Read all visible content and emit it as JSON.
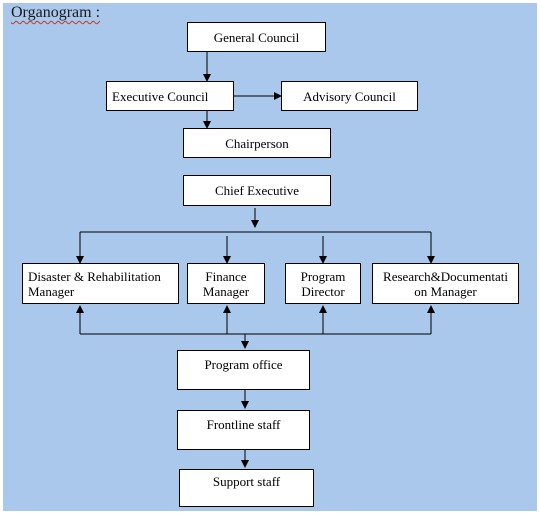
{
  "title": "Organogram :",
  "nodes": {
    "general_council": "General Council",
    "executive_council": "Executive Council",
    "advisory_council": "Advisory Council",
    "chairperson": "Chairperson",
    "chief_executive": "Chief Executive",
    "disaster_line1": "Disaster & Rehabilitation",
    "disaster_line2": "Manager",
    "finance_line1": "Finance",
    "finance_line2": "Manager",
    "program_director_line1": "Program",
    "program_director_line2": "Director",
    "research_line1": "Research&Documentati",
    "research_line2": "on Manager",
    "program_office": "Program office",
    "frontline_staff": "Frontline staff",
    "support_staff": "Support staff"
  },
  "colors": {
    "background": "#a9c8ec",
    "box_fill": "#ffffff",
    "line": "#000000"
  }
}
